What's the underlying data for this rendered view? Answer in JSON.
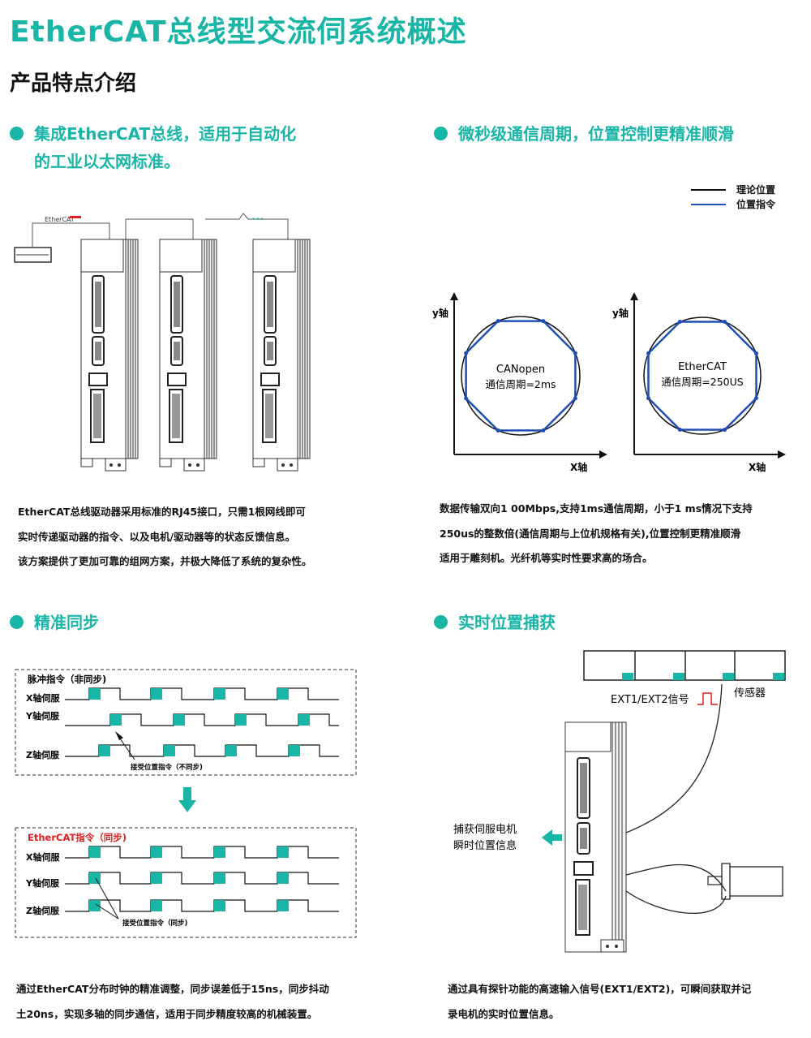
{
  "header": {
    "title": "EtherCAT总线型交流伺系统概述",
    "subtitle": "产品特点介绍"
  },
  "colors": {
    "accent": "#19b5a6",
    "blue": "#1f4fb5",
    "red": "#e02020"
  },
  "sections": {
    "s1": {
      "heading_line1": "集成EtherCAT总线，适用于自动化",
      "heading_line2": "的工业以太网标准。",
      "ethercat_logo": "EtherCAT",
      "para": [
        "EtherCAT总线驱动器采用标准的RJ45接口，只需1根网线即可",
        "实时传递驱动器的指令、以及电机/驱动器等的状态反馈信息。",
        "该方案提供了更加可靠的组网方案，并极大降低了系统的复杂性。"
      ]
    },
    "s2": {
      "heading": "微秒级通信周期，位置控制更精准顺滑",
      "legend_theory": "理论位置",
      "legend_cmd": "位置指令",
      "plot_left": {
        "ylabel": "y轴",
        "xlabel": "X轴",
        "name": "CANopen",
        "period": "通信周期=2ms"
      },
      "plot_right": {
        "ylabel": "y轴",
        "xlabel": "X轴",
        "name": "EtherCAT",
        "period": "通信周期=250US"
      },
      "para": [
        "数据传输双向1 00Mbps,支持1ms通信周期，小于1 ms情况下支持",
        "250us的整数倍(通信周期与上位机规格有关),位置控制更精准顺滑",
        "适用于雕刻机。光纤机等实时性要求高的场合。"
      ]
    },
    "s3": {
      "heading": "精准同步",
      "box1_title": "脉冲指令（非同步)",
      "box2_title": "EtherCAT指令（同步)",
      "axis_x": "X轴伺服",
      "axis_y": "Y轴伺服",
      "axis_z": "Z轴伺服",
      "note1": "接受位置指令（不同步)",
      "note2": "接受位置指令（同步)",
      "para": [
        "通过EtherCAT分布时钟的精准调整，同步误差低于15ns，同步抖动",
        "土20ns，实现多轴的同步通信，适用于同步精度较高的机械装置。"
      ]
    },
    "s4": {
      "heading": "实时位置捕获",
      "signal": "EXT1/EXT2信号",
      "sensor": "传感器",
      "capture_line1": "捕获伺服电机",
      "capture_line2": "瞬时位置信息",
      "para": [
        "通过具有探针功能的高速输入信号(EXT1/EXT2)，可瞬间获取并记",
        "录电机的实时位置信息。"
      ]
    }
  }
}
